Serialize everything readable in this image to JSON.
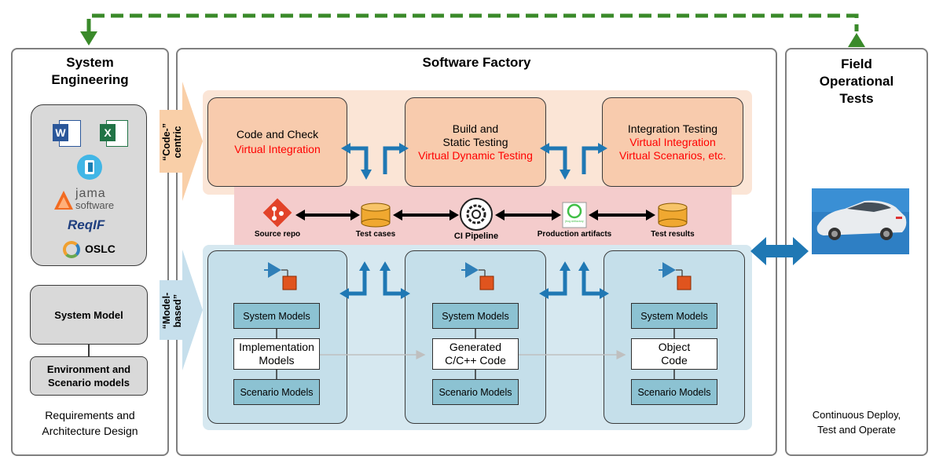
{
  "panels": {
    "system_engineering": {
      "title_line1": "System",
      "title_line2": "Engineering",
      "tools": [
        "W",
        "X",
        "jama",
        "software",
        "ReqIF",
        "OSLC"
      ],
      "system_model": "System Model",
      "env_line1": "Environment and",
      "env_line2": "Scenario models",
      "footer_line1": "Requirements  and",
      "footer_line2": "Architecture Design"
    },
    "software_factory": {
      "title": "Software Factory",
      "code_centric_line1": "“Code-”",
      "code_centric_line2": "centric",
      "model_based_line1": "“Model-",
      "model_based_line2": "based”",
      "top_boxes": [
        {
          "line1": "Code and Check",
          "line2": "",
          "red1": "Virtual Integration",
          "red2": ""
        },
        {
          "line1": "Build and",
          "line2": "Static Testing",
          "red1": "Virtual Dynamic Testing",
          "red2": ""
        },
        {
          "line1": "Integration Testing",
          "line2": "",
          "red1": "Virtual Integration",
          "red2": "Virtual Scenarios, etc."
        }
      ],
      "pipeline": {
        "source_repo": "Source repo",
        "test_cases": "Test cases",
        "ci_pipeline": "CI Pipeline",
        "production_artifacts": "Production artifacts",
        "test_results": "Test results",
        "artifactory_text": "jfrog Artifactory"
      },
      "model_columns": [
        {
          "system_models": "System Models",
          "main_line1": "Implementation",
          "main_line2": "Models",
          "scenario_models": "Scenario Models"
        },
        {
          "system_models": "System Models",
          "main_line1": "Generated",
          "main_line2": "C/C++ Code",
          "scenario_models": "Scenario Models"
        },
        {
          "system_models": "System Models",
          "main_line1": "Object",
          "main_line2": "Code",
          "scenario_models": "Scenario Models"
        }
      ]
    },
    "field_tests": {
      "title_line1": "Field",
      "title_line2": "Operational",
      "title_line3": "Tests",
      "footer_line1": "Continuous Deploy,",
      "footer_line2": "Test and Operate"
    }
  },
  "colors": {
    "panel_border": "#7f7f7f",
    "orange_band": "#fbe5d6",
    "orange_box": "#f8cbad",
    "pink_band": "#f4cccc",
    "blue_band": "#d6e8f0",
    "blue_box": "#c5dfea",
    "teal_box": "#8cc2d2",
    "arrow_blue": "#1f78b4",
    "feedback_green": "#3a8a2a",
    "red_text": "#ff0000"
  }
}
